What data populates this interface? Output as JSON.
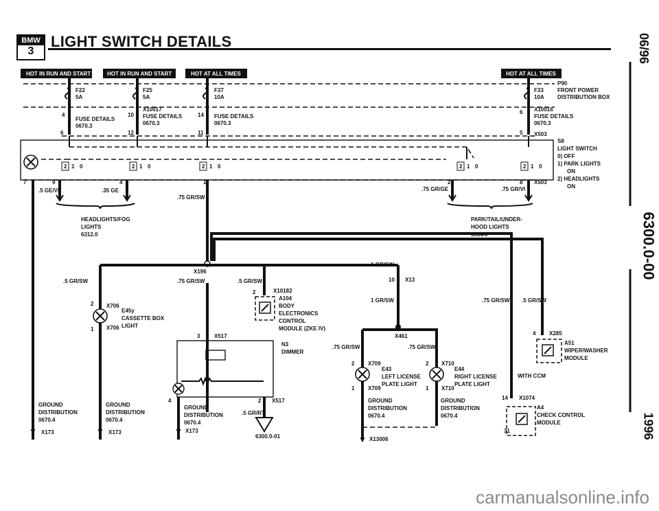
{
  "header": {
    "logo_top": "BMW",
    "logo_num": "3",
    "title": "LIGHT SWITCH DETAILS"
  },
  "side_labels": {
    "top": "06/96",
    "middle": "6300.0-00",
    "bottom": "1996"
  },
  "bars": [
    "HOT IN RUN AND START",
    "HOT IN RUN AND START",
    "HOT AT ALL TIMES",
    "HOT AT ALL TIMES"
  ],
  "fuses": [
    {
      "id": "F22",
      "rating": "5A"
    },
    {
      "id": "F25",
      "rating": "5A"
    },
    {
      "id": "F37",
      "rating": "10A"
    },
    {
      "id": "F33",
      "rating": "10A"
    }
  ],
  "power_dist": {
    "id": "P90",
    "l1": "FRONT POWER",
    "l2": "DISTRIBUTION BOX"
  },
  "fuse_details": [
    {
      "pin": "4",
      "l1": "FUSE DETAILS",
      "l2": "0670.3"
    },
    {
      "pin": "10",
      "conn": "X10017",
      "l1": "FUSE DETAILS",
      "l2": "0670.3"
    },
    {
      "pin": "14",
      "l1": "FUSE DETAILS",
      "l2": "0670.3"
    },
    {
      "pin": "6",
      "conn": "X10016",
      "l1": "FUSE DETAILS",
      "l2": "0670.3"
    }
  ],
  "pins_top": [
    "6",
    "12",
    "11",
    "5"
  ],
  "connector_x503": "X503",
  "switch": {
    "id": "S8",
    "l1": "LIGHT SWITCH",
    "l2": "0)  OFF",
    "l3": "1)  PARK LIGHTS",
    "l4": "ON",
    "l5": "2)  HEADLIGHTS",
    "l6": "ON"
  },
  "switch_pos": [
    "2",
    "1",
    "0"
  ],
  "switch_pins": [
    "7",
    "9",
    "4",
    "1",
    "2",
    "8"
  ],
  "wires": {
    "w1": ".5 GE/VI",
    "w2": ".35 GE",
    "w3": ".75 GR/SW",
    "w4": ".75 GR/GE",
    "w5": ".75 GR/VI",
    "w6": ".5 GR/SW",
    "w7": ".75 GR/SW",
    "w8": ".5 GR/SW",
    "w9": "1 GR/SW",
    "w10": "1 GR/SW",
    "w11": ".75 GR/SW",
    "w12": ".5 GR/SW",
    "w13": ".75 GR/SW",
    "w14": ".75 GR/SW",
    "w15": ".5 GR/RT"
  },
  "refs": {
    "headlights": {
      "l1": "HEADLIGHTS/FOG",
      "l2": "LIGHTS",
      "l3": "6312.0"
    },
    "park": {
      "l1": "PARK/TAIL/UNDER-",
      "l2": "HOOD LIGHTS",
      "l3": "6314.0"
    }
  },
  "connectors": {
    "x196": "X196",
    "x10182": "X10182",
    "x13": "X13",
    "x706": "X706",
    "x706b": "X706",
    "x517": "X517",
    "x517b": "X517",
    "x461": "X461",
    "x709": "X709",
    "x709b": "X709",
    "x710": "X710",
    "x710b": "X710",
    "x285": "X285",
    "x1074": "X1074",
    "x173a": "X173",
    "x173b": "X173",
    "x173c": "X173",
    "x13006": "X13006"
  },
  "pin_labels": {
    "p2a": "2",
    "p1a": "1",
    "p2b": "2",
    "p3": "3",
    "p4": "4",
    "p2c": "2",
    "p10": "10",
    "p2d": "2",
    "p1b": "1",
    "p2e": "2",
    "p1c": "1",
    "p4b": "4",
    "p14": "14",
    "p31": "31"
  },
  "components": {
    "a104": {
      "id": "A104",
      "l1": "BODY",
      "l2": "ELECTRONICS",
      "l3": "CONTROL",
      "l4": "MODULE (ZKE IV)"
    },
    "e45y": {
      "id": "E45y",
      "l1": "CASSETTE BOX",
      "l2": "LIGHT"
    },
    "n3": {
      "id": "N3",
      "l1": "DIMMER"
    },
    "e43": {
      "id": "E43",
      "l1": "LEFT LICENSE",
      "l2": "PLATE LIGHT"
    },
    "e44": {
      "id": "E44",
      "l1": "RIGHT LICENSE",
      "l2": "PLATE LIGHT"
    },
    "a51": {
      "id": "A51",
      "l1": "WIPER/WASHER",
      "l2": "MODULE"
    },
    "a4": {
      "id": "A4",
      "l1": "CHECK CONTROL",
      "l2": "MODULE"
    },
    "with_ccm": "WITH CCM"
  },
  "grounds": [
    {
      "l1": "GROUND",
      "l2": "DISTRIBUTION",
      "l3": "0670.4"
    },
    {
      "l1": "GROUND",
      "l2": "DISTRIBUTION",
      "l3": "0670.4"
    },
    {
      "l1": "GROUND",
      "l2": "DISTRIBUTION",
      "l3": "0670.4"
    },
    {
      "l1": "GROUND",
      "l2": "DISTRIBUTION",
      "l3": "0670.4"
    },
    {
      "l1": "GROUND",
      "l2": "DISTRIBUTION",
      "l3": "0670.4"
    }
  ],
  "page_ref": "6300.0-01",
  "watermark": "carmanualsonline.info"
}
